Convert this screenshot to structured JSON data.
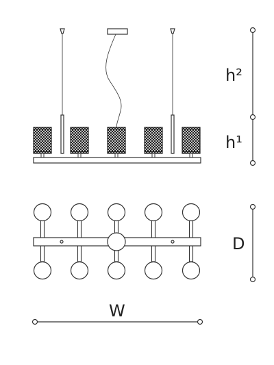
{
  "labels": {
    "h2": "h²",
    "h1": "h¹",
    "d": "D",
    "w": "W"
  },
  "product": {
    "shade_count": 5,
    "top_view_rows": 2
  },
  "colors": {
    "line": "#333333",
    "background": "#ffffff"
  }
}
